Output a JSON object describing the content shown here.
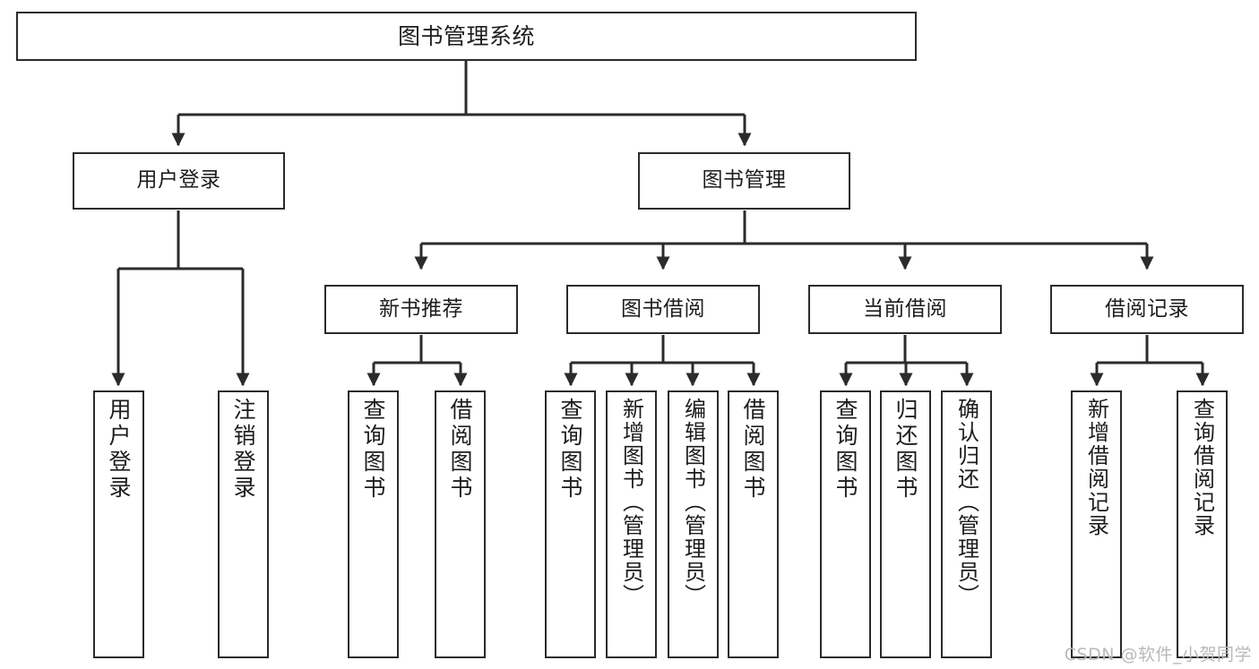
{
  "diagram": {
    "title": "图书管理系统",
    "watermark": "CSDN @软件_小贺同学",
    "line_color": "#2b2b2b",
    "box_fill": "#ffffff",
    "text_color": "#1d1d1d",
    "watermark_color": "#b9b9b9"
  },
  "nodes": {
    "root": {
      "label": "图书管理系统"
    },
    "level2": [
      {
        "label": "用户登录"
      },
      {
        "label": "图书管理"
      }
    ],
    "level3": [
      {
        "label": "新书推荐"
      },
      {
        "label": "图书借阅"
      },
      {
        "label": "当前借阅"
      },
      {
        "label": "借阅记录"
      }
    ],
    "leaves_user_login": [
      {
        "label": "用户登录"
      },
      {
        "label": "注销登录"
      }
    ],
    "leaves_new_book": [
      {
        "label": "查询图书"
      },
      {
        "label": "借阅图书"
      }
    ],
    "leaves_borrow": [
      {
        "label": "查询图书"
      },
      {
        "label": "新增图书（管理员）"
      },
      {
        "label": "编辑图书（管理员）"
      },
      {
        "label": "借阅图书"
      }
    ],
    "leaves_current": [
      {
        "label": "查询图书"
      },
      {
        "label": "归还图书"
      },
      {
        "label": "确认归还（管理员）"
      }
    ],
    "leaves_records": [
      {
        "label": "新增借阅记录"
      },
      {
        "label": "查询借阅记录"
      }
    ]
  }
}
